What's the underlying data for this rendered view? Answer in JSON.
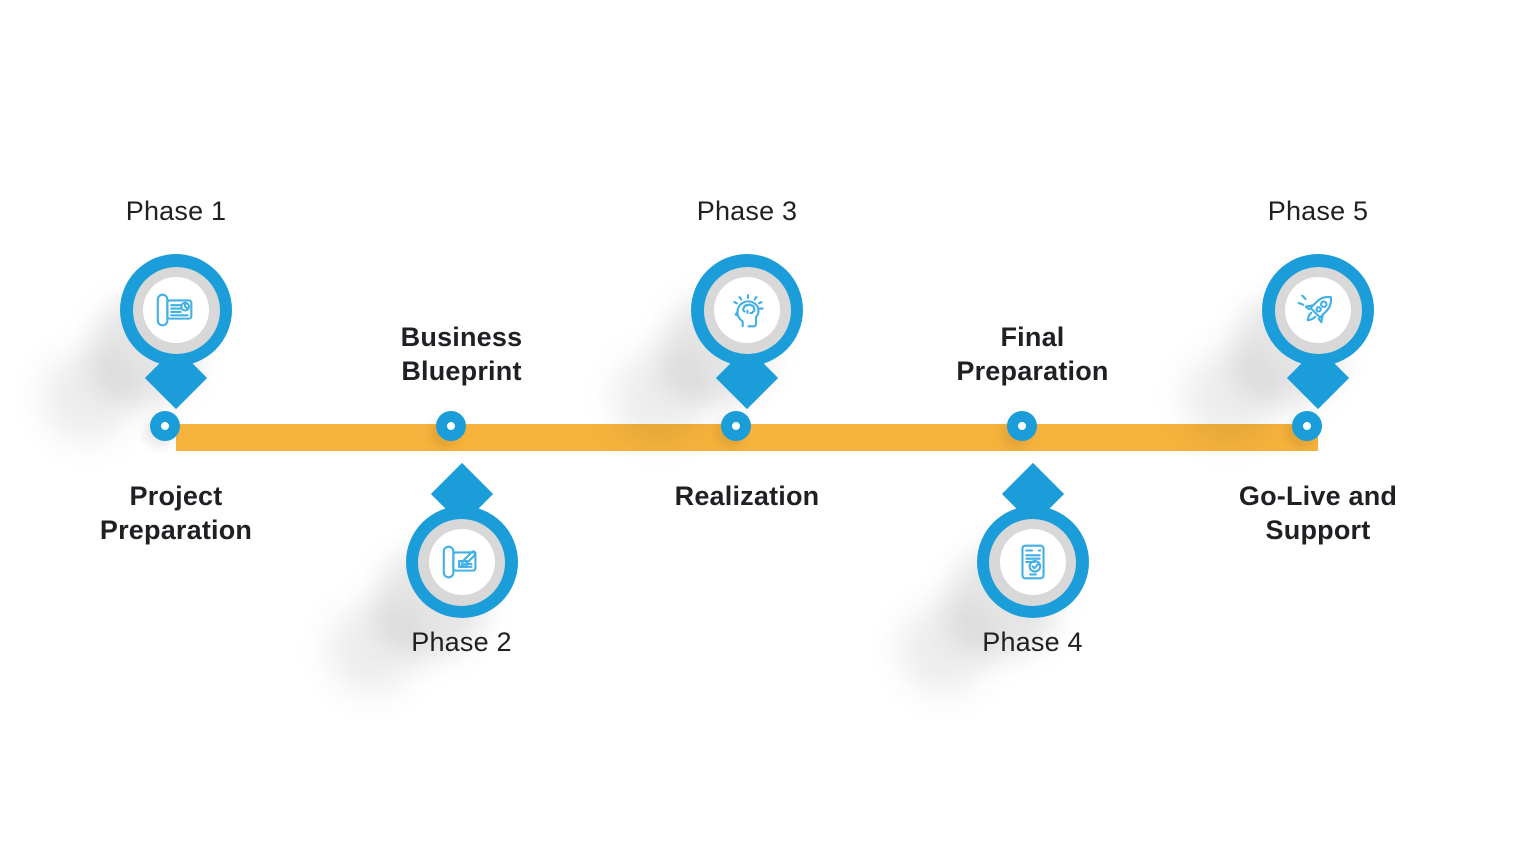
{
  "diagram": {
    "type": "process-timeline",
    "colors": {
      "primary_blue": "#1B9DD9",
      "icon_blue": "#41B0E4",
      "timeline_orange": "#F6B33C",
      "inner_ring_gray": "#D8D8D8",
      "node_fill": "#ffffff",
      "text_dark": "#1f2024",
      "background": "#ffffff"
    },
    "timeline": {
      "node_count": 5
    },
    "phases": [
      {
        "phase_label": "Phase 1",
        "name": "Project Preparation",
        "icon": "scroll-chart-icon",
        "marker_position": "above-timeline"
      },
      {
        "phase_label": "Phase 2",
        "name": "Business Blueprint",
        "icon": "blueprint-pencil-icon",
        "marker_position": "below-timeline"
      },
      {
        "phase_label": "Phase 3",
        "name": "Realization",
        "icon": "idea-head-icon",
        "marker_position": "above-timeline"
      },
      {
        "phase_label": "Phase 4",
        "name": "Final Preparation",
        "icon": "checklist-tablet-icon",
        "marker_position": "below-timeline"
      },
      {
        "phase_label": "Phase 5",
        "name": "Go-Live and Support",
        "icon": "rocket-icon",
        "marker_position": "above-timeline"
      }
    ]
  }
}
